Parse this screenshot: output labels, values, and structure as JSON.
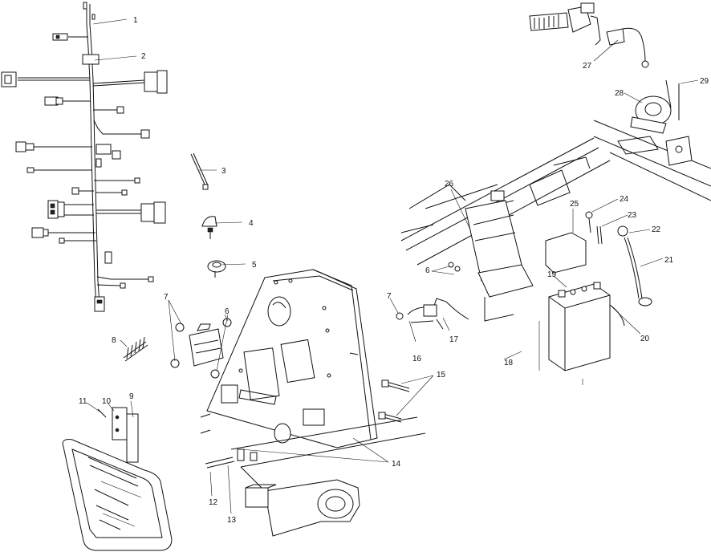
{
  "callouts": [
    {
      "id": "1",
      "label": "1"
    },
    {
      "id": "2",
      "label": "2"
    },
    {
      "id": "3",
      "label": "3"
    },
    {
      "id": "4",
      "label": "4"
    },
    {
      "id": "5",
      "label": "5"
    },
    {
      "id": "6a",
      "label": "6"
    },
    {
      "id": "6b",
      "label": "6"
    },
    {
      "id": "7a",
      "label": "7"
    },
    {
      "id": "7b",
      "label": "7"
    },
    {
      "id": "8",
      "label": "8"
    },
    {
      "id": "9",
      "label": "9"
    },
    {
      "id": "10",
      "label": "10"
    },
    {
      "id": "11",
      "label": "11"
    },
    {
      "id": "12",
      "label": "12"
    },
    {
      "id": "13",
      "label": "13"
    },
    {
      "id": "14",
      "label": "14"
    },
    {
      "id": "15",
      "label": "15"
    },
    {
      "id": "16",
      "label": "16"
    },
    {
      "id": "17",
      "label": "17"
    },
    {
      "id": "18",
      "label": "18"
    },
    {
      "id": "19",
      "label": "19"
    },
    {
      "id": "20",
      "label": "20"
    },
    {
      "id": "21",
      "label": "21"
    },
    {
      "id": "22",
      "label": "22"
    },
    {
      "id": "23",
      "label": "23"
    },
    {
      "id": "24",
      "label": "24"
    },
    {
      "id": "25",
      "label": "25"
    },
    {
      "id": "26",
      "label": "26"
    },
    {
      "id": "27",
      "label": "27"
    },
    {
      "id": "28",
      "label": "28"
    },
    {
      "id": "29",
      "label": "29"
    }
  ]
}
